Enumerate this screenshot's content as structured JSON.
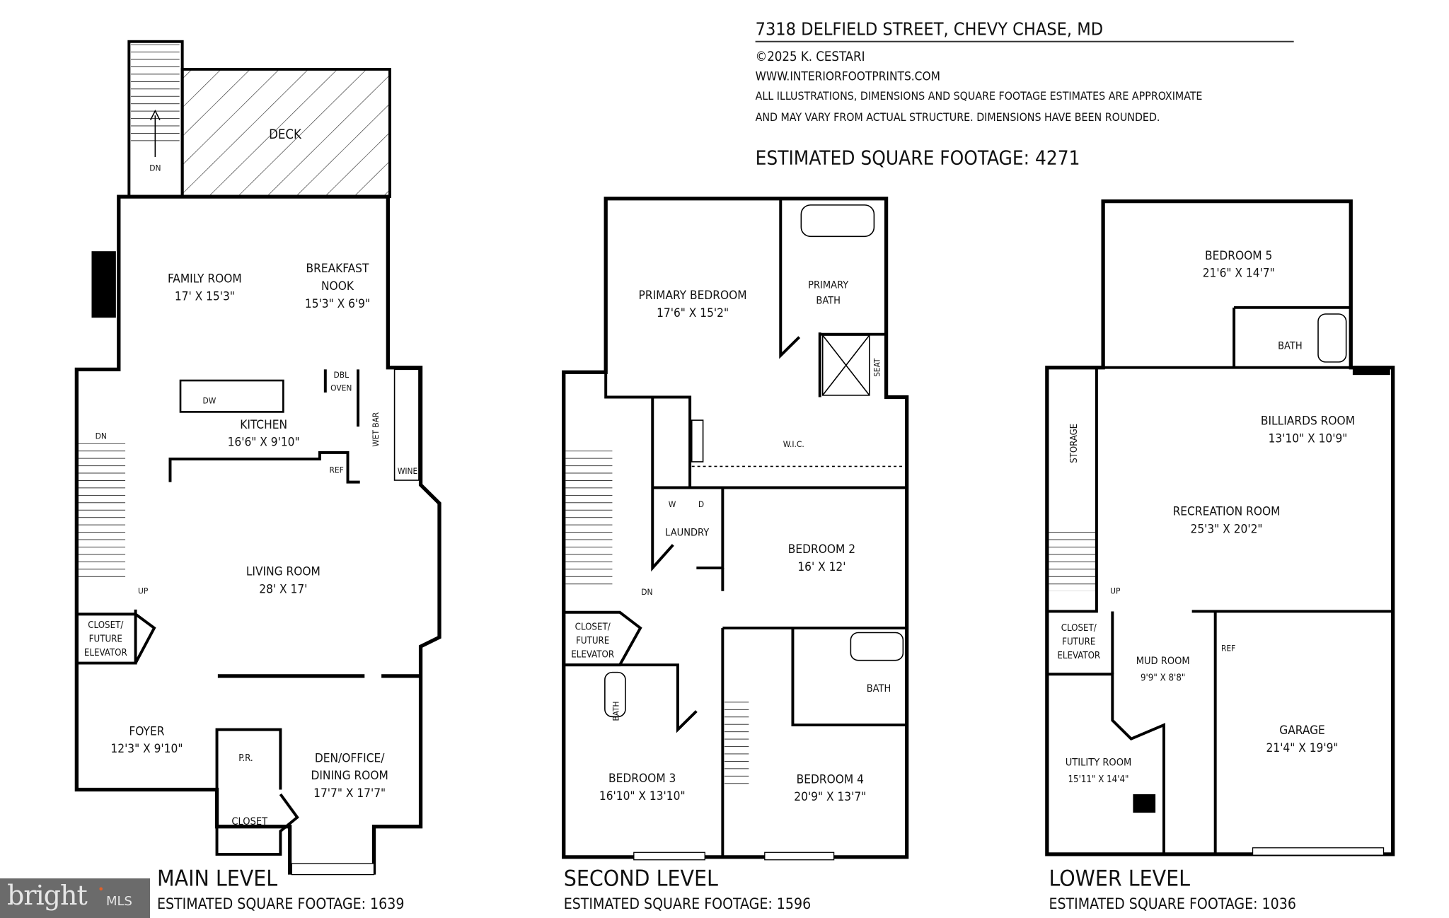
{
  "header": {
    "address": "7318 DELFIELD STREET, CHEVY CHASE, MD",
    "copyright": "©2025 K. CESTARI",
    "website": "WWW.INTERIORFOOTPRINTS.COM",
    "disclaimer_1": "ALL ILLUSTRATIONS, DIMENSIONS AND SQUARE FOOTAGE ESTIMATES ARE APPROXIMATE",
    "disclaimer_2": "AND MAY VARY FROM ACTUAL STRUCTURE. DIMENSIONS HAVE BEEN ROUNDED.",
    "total_sqft": "ESTIMATED SQUARE FOOTAGE: 4271"
  },
  "main_level": {
    "title": "MAIN LEVEL",
    "sqft": "ESTIMATED SQUARE FOOTAGE: 1639",
    "rooms": {
      "deck": "DECK",
      "dn_deck": "DN",
      "family": "FAMILY ROOM",
      "family_dim": "17' X 15'3\"",
      "nook1": "BREAKFAST",
      "nook2": "NOOK",
      "nook_dim": "15'3\" X 6'9\"",
      "kitchen": "KITCHEN",
      "kitchen_dim": "16'6\" X 9'10\"",
      "dw": "DW",
      "dbl1": "DBL",
      "dbl2": "OVEN",
      "wetbar": "WET BAR",
      "ref": "REF",
      "wine": "WINE",
      "living": "LIVING ROOM",
      "living_dim": "28' X 17'",
      "dn": "DN",
      "up": "UP",
      "closet1": "CLOSET/",
      "closet2": "FUTURE",
      "closet3": "ELEVATOR",
      "foyer": "FOYER",
      "foyer_dim": "12'3\" X 9'10\"",
      "pr": "P.R.",
      "closet": "CLOSET",
      "den1": "DEN/OFFICE/",
      "den2": "DINING ROOM",
      "den_dim": "17'7\" X 17'7\""
    }
  },
  "second_level": {
    "title": "SECOND LEVEL",
    "sqft": "ESTIMATED SQUARE FOOTAGE: 1596",
    "rooms": {
      "primary": "PRIMARY BEDROOM",
      "primary_dim": "17'6\" X 15'2\"",
      "pbath1": "PRIMARY",
      "pbath2": "BATH",
      "seat": "SEAT",
      "wic": "W.I.C.",
      "w": "W",
      "d": "D",
      "laundry": "LAUNDRY",
      "dn": "DN",
      "bed2": "BEDROOM 2",
      "bed2_dim": "16' X 12'",
      "closet1": "CLOSET/",
      "closet2": "FUTURE",
      "closet3": "ELEVATOR",
      "bath_v": "BATH",
      "bath": "BATH",
      "bed3": "BEDROOM 3",
      "bed3_dim": "16'10\" X 13'10\"",
      "bed4": "BEDROOM 4",
      "bed4_dim": "20'9\" X 13'7\""
    }
  },
  "lower_level": {
    "title": "LOWER LEVEL",
    "sqft": "ESTIMATED SQUARE FOOTAGE: 1036",
    "rooms": {
      "bed5": "BEDROOM 5",
      "bed5_dim": "21'6\" X 14'7\"",
      "bath": "BATH",
      "storage": "STORAGE",
      "billiards": "BILLIARDS ROOM",
      "billiards_dim": "13'10\" X 10'9\"",
      "rec": "RECREATION ROOM",
      "rec_dim": "25'3\" X 20'2\"",
      "up": "UP",
      "closet1": "CLOSET/",
      "closet2": "FUTURE",
      "closet3": "ELEVATOR",
      "mud": "MUD ROOM",
      "mud_dim": "9'9\" X 8'8\"",
      "ref": "REF",
      "garage": "GARAGE",
      "garage_dim": "21'4\" X 19'9\"",
      "utility": "UTILITY ROOM",
      "utility_dim": "15'11\" X 14'4\""
    }
  },
  "watermark": {
    "brand": "bright MLS",
    "accent_color": "#e0602a"
  }
}
